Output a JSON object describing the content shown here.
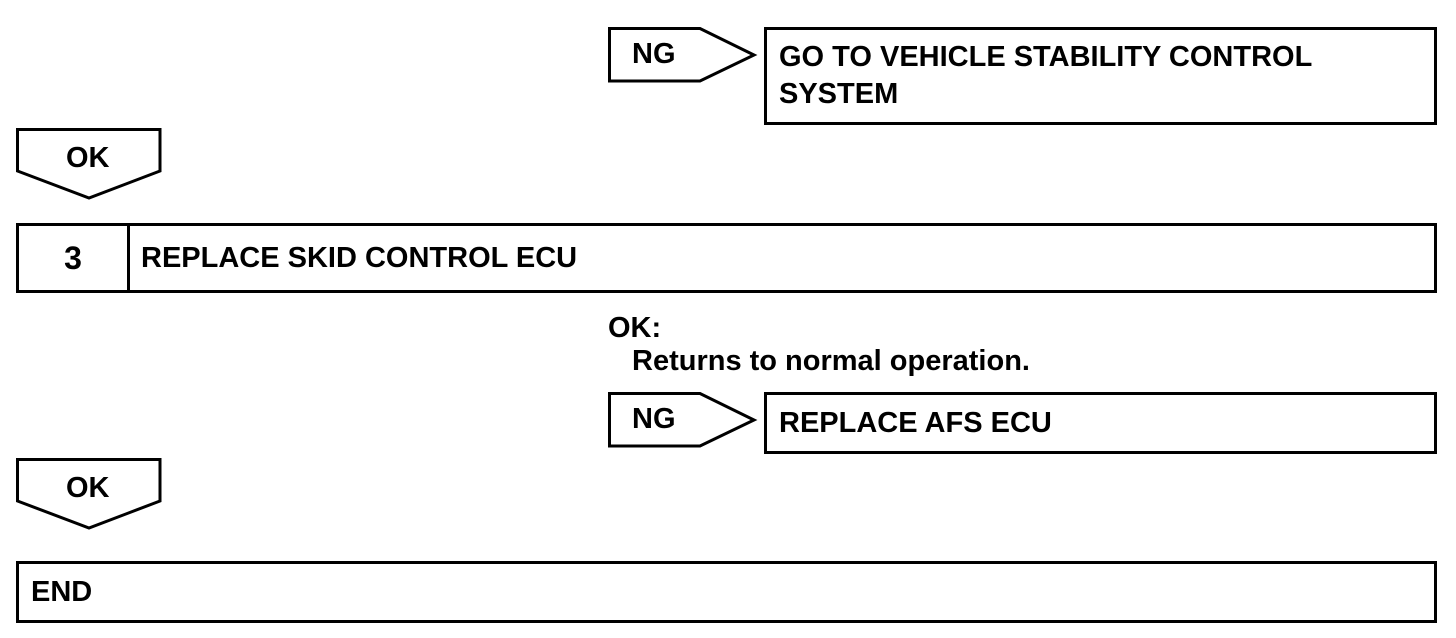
{
  "flow": {
    "ng1": {
      "tag": "NG",
      "result": [
        "GO TO VEHICLE STABILITY CONTROL",
        "SYSTEM"
      ]
    },
    "ok1": {
      "tag": "OK"
    },
    "step3": {
      "number": "3",
      "title": "REPLACE SKID CONTROL ECU"
    },
    "result_ok": {
      "heading": "OK:",
      "text": "Returns to normal operation."
    },
    "ng2": {
      "tag": "NG",
      "result": "REPLACE AFS ECU"
    },
    "ok2": {
      "tag": "OK"
    },
    "end": {
      "label": "END"
    }
  }
}
